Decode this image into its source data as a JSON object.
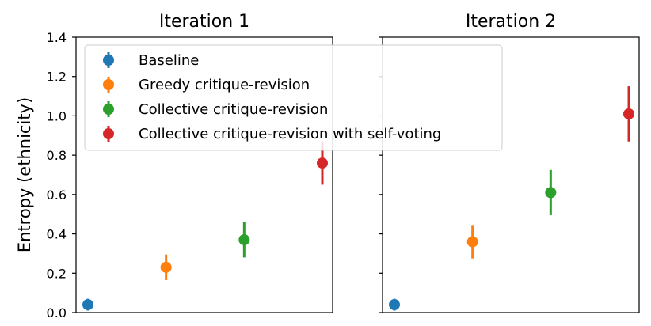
{
  "chart_data": {
    "type": "scatter",
    "ylabel": "Entropy (ethnicity)",
    "ylim": [
      0,
      1.4
    ],
    "yticks": [
      "0.0",
      "0.2",
      "0.4",
      "0.6",
      "0.8",
      "1.0",
      "1.2",
      "1.4"
    ],
    "legend": {
      "placement": "upper-left",
      "entries": [
        "Baseline",
        "Greedy critique-revision",
        "Collective critique-revision",
        "Collective critique-revision with self-voting"
      ]
    },
    "colors": [
      "#1f77b4",
      "#ff7f0e",
      "#2ca02c",
      "#d62728"
    ],
    "panels": [
      {
        "title": "Iteration 1",
        "points": [
          {
            "y": 0.04,
            "err": 0.03
          },
          {
            "y": 0.23,
            "err": 0.065
          },
          {
            "y": 0.37,
            "err": 0.09
          },
          {
            "y": 0.76,
            "err": 0.11
          }
        ]
      },
      {
        "title": "Iteration 2",
        "points": [
          {
            "y": 0.04,
            "err": 0.03
          },
          {
            "y": 0.36,
            "err": 0.085
          },
          {
            "y": 0.61,
            "err": 0.115
          },
          {
            "y": 1.01,
            "err": 0.14
          }
        ]
      }
    ]
  }
}
